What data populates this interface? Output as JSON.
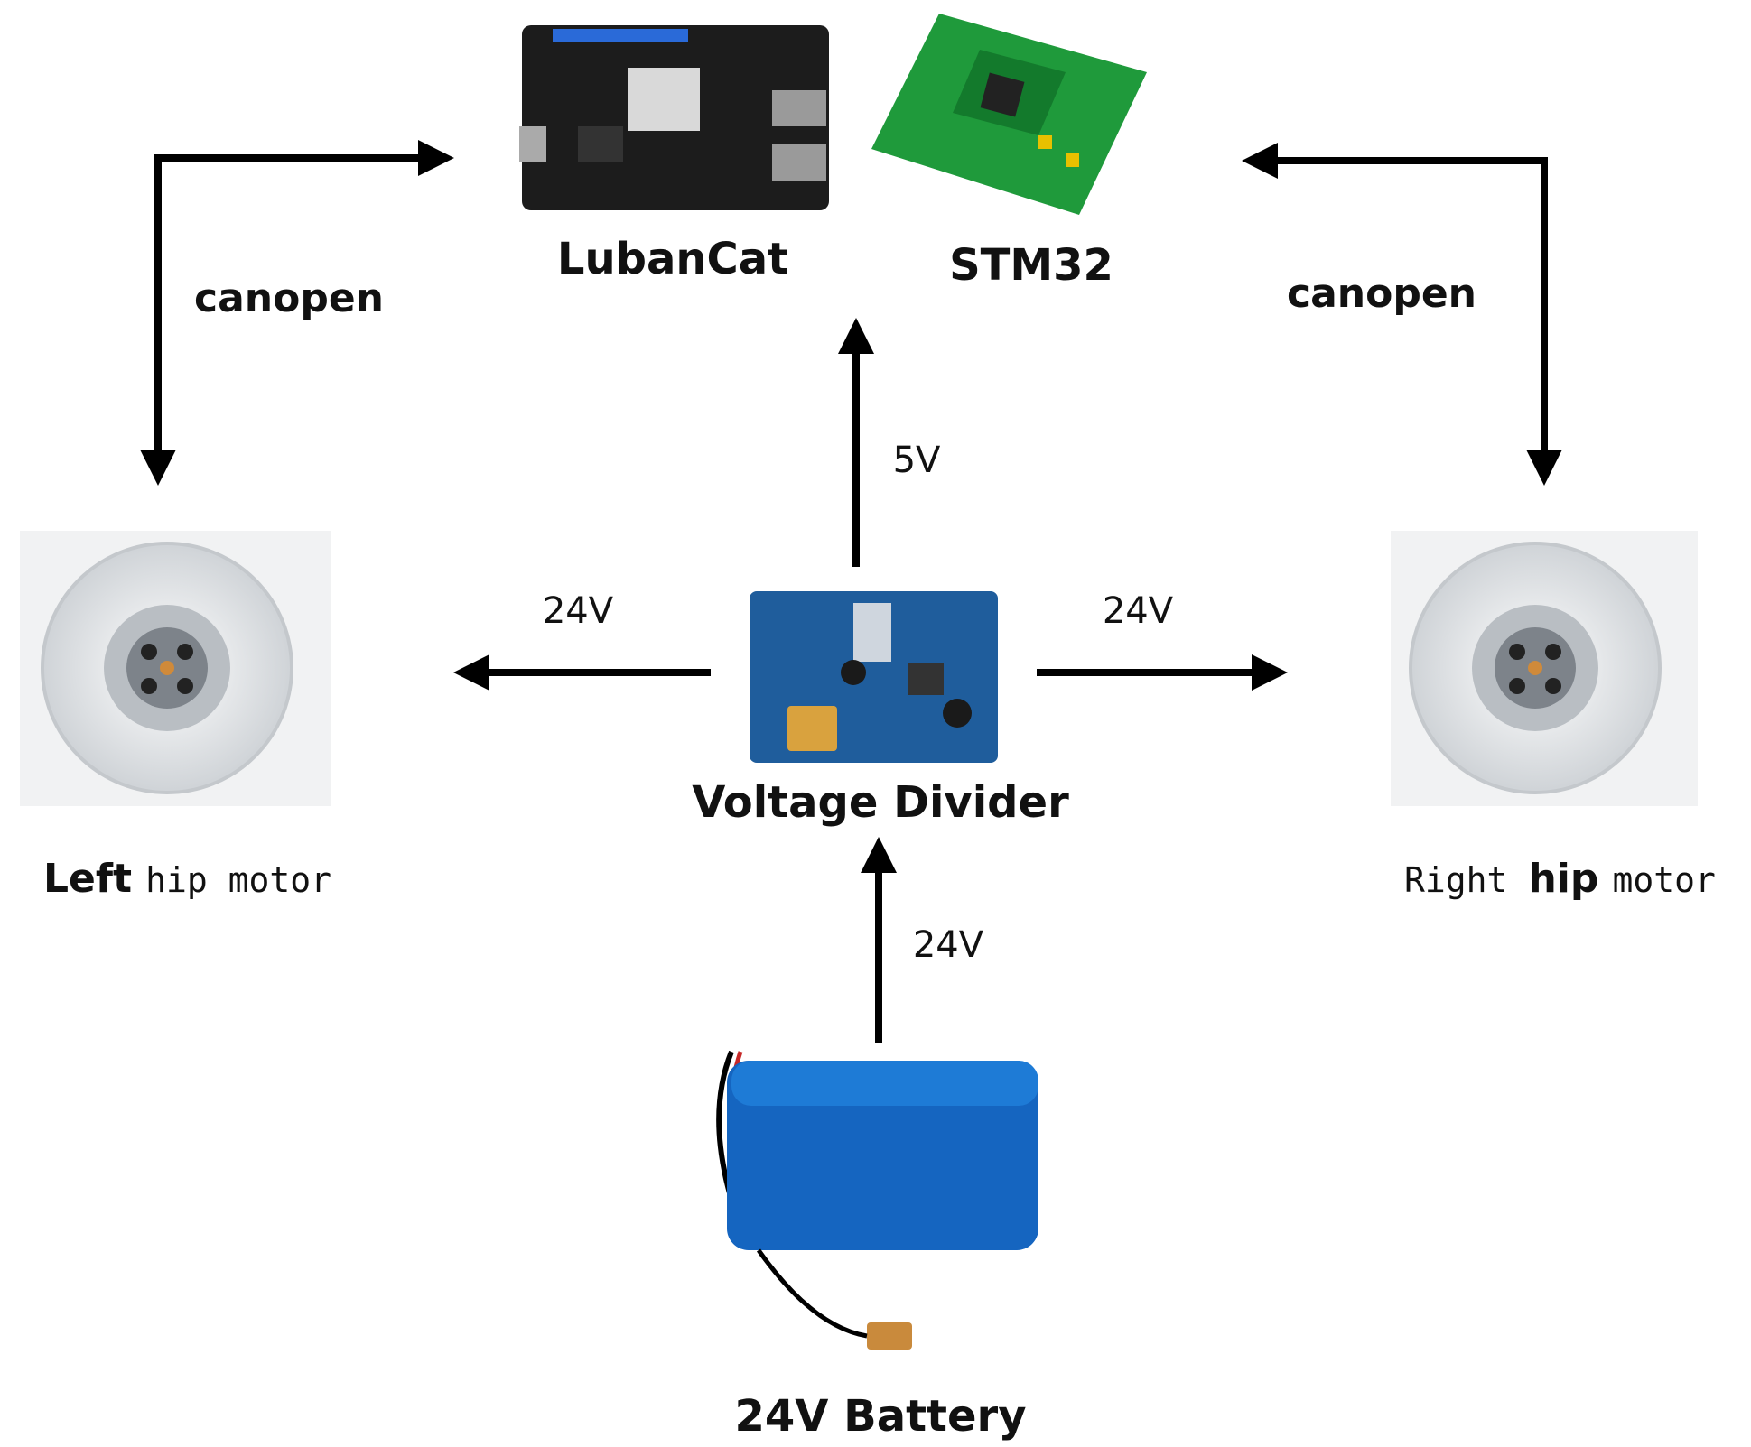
{
  "labels": {
    "lubancat": "LubanCat",
    "stm32": "STM32",
    "voltage_divider": "Voltage Divider",
    "battery": "24V Battery",
    "left_motor_a": "Left",
    "left_motor_b": "hip motor",
    "right_motor_a": "Right",
    "right_motor_b": "hip",
    "right_motor_c": "motor"
  },
  "edges": {
    "left_canopen": "canopen",
    "right_canopen": "canopen",
    "to_controllers": "5V",
    "to_left_motor": "24V",
    "to_right_motor": "24V",
    "from_battery": "24V"
  },
  "colors": {
    "board_dark": "#1c1c1c",
    "board_green": "#1f9a3b",
    "divider_blue": "#1f5d9c",
    "battery_blue": "#1565c0",
    "motor_silver": "#e6e8ea"
  }
}
